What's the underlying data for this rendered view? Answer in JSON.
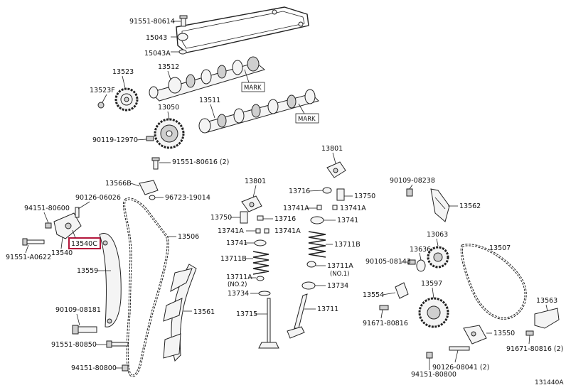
{
  "diagram": {
    "figure_id": "131440A",
    "highlighted_part": "13540C",
    "highlight_color": "#b3163b",
    "labels": {
      "p91551_80614": "91551-80614",
      "p15043": "15043",
      "p15043a": "15043A",
      "p13523": "13523",
      "p13512": "13512",
      "p13523f": "13523F",
      "mark1": "MARK",
      "p13511": "13511",
      "p13050": "13050",
      "mark2": "MARK",
      "p90119_12970": "90119-12970",
      "p91551_80616": "91551-80616 (2)",
      "p13566b": "13566B",
      "p96723_19014": "96723-19014",
      "p90126_06026": "90126-06026",
      "p94151_80600": "94151-80600",
      "p91551_a0622": "91551-A0622",
      "p13540": "13540",
      "p13540c": "13540C",
      "p13506": "13506",
      "p13559": "13559",
      "p90109_08181": "90109-08181",
      "p91551_80850": "91551-80850",
      "p94151_80800a": "94151-80800",
      "p13561": "13561",
      "p13801a": "13801",
      "p13801b": "13801",
      "p13716a": "13716",
      "p13750a": "13750",
      "p13741aa": "13741A",
      "p13741ab": "13741A",
      "p13750b": "13750",
      "p13716b": "13716",
      "p13741ac": "13741A",
      "p13741ad": "13741A",
      "p13741a": "13741",
      "p13741b": "13741",
      "p13711ba": "13711B",
      "p13711bb": "13711B",
      "p13711aa": "13711A",
      "p13711aa_sub": "(NO.2)",
      "p13711ab": "13711A",
      "p13711ab_sub": "(NO.1)",
      "p13734a": "13734",
      "p13734b": "13734",
      "p13715": "13715",
      "p13711": "13711",
      "p90109_08238": "90109-08238",
      "p13562": "13562",
      "p13063": "13063",
      "p13507": "13507",
      "p13636": "13636",
      "p90105_08143": "90105-08143",
      "p13554": "13554",
      "p13597": "13597",
      "p91671_80816a": "91671-80816",
      "p13563": "13563",
      "p13550": "13550",
      "p91671_80816b": "91671-80816 (2)",
      "p90126_08041": "90126-08041 (2)",
      "p94151_80800b": "94151-80800"
    }
  }
}
